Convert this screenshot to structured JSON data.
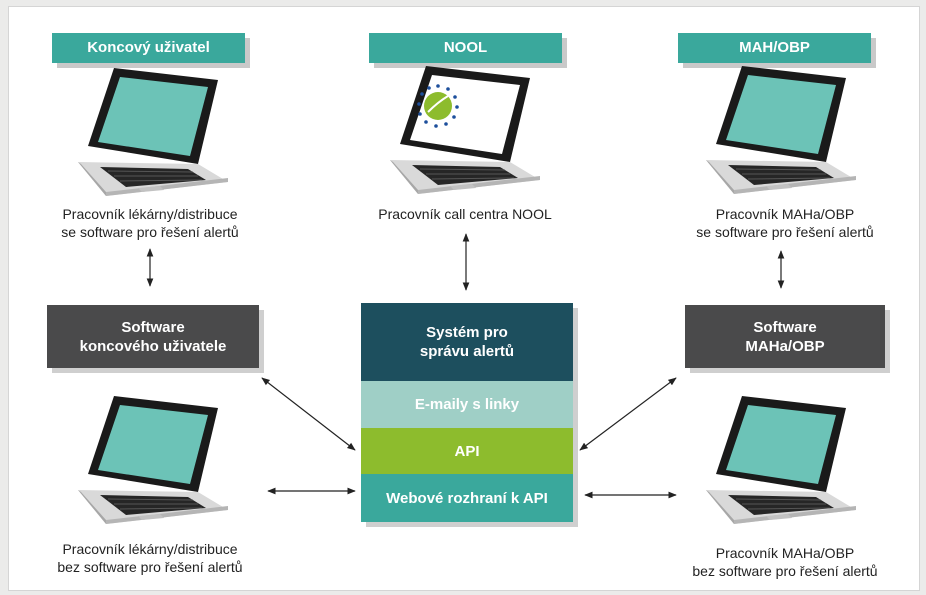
{
  "headers": {
    "end_user": "Koncový uživatel",
    "nool": "NOOL",
    "mah_obp": "MAH/OBP"
  },
  "captions": {
    "pharmacy_with_software": "Pracovník lékárny/distribuce\nse software pro řešení alertů",
    "nool_call_center": "Pracovník call centra NOOL",
    "mah_with_software": "Pracovník MAHa/OBP\nse software pro řešení alertů",
    "pharmacy_without_software": "Pracovník lékárny/distribuce\nbez software pro řešení alertů",
    "mah_without_software": "Pracovník MAHa/OBP\nbez software pro řešení alertů"
  },
  "boxes": {
    "end_user_software": "Software\nkoncového uživatele",
    "mah_software": "Software\nMAHa/OBP"
  },
  "stack": {
    "system": "Systém pro\nsprávu alertů",
    "email": "E-maily s linky",
    "api": "API",
    "web": "Webové rozhraní k API"
  },
  "icons": {
    "laptop": "laptop-icon",
    "eu_logo": "eu-stars-icon",
    "arrow": "double-arrow-icon"
  },
  "colors": {
    "teal": "#3aa89c",
    "dark_teal": "#1d4f5e",
    "light_teal": "#9fcfc6",
    "lime": "#8dbc2d",
    "dark_gray": "#4a4a4b",
    "screen": "#6cc3b7"
  }
}
